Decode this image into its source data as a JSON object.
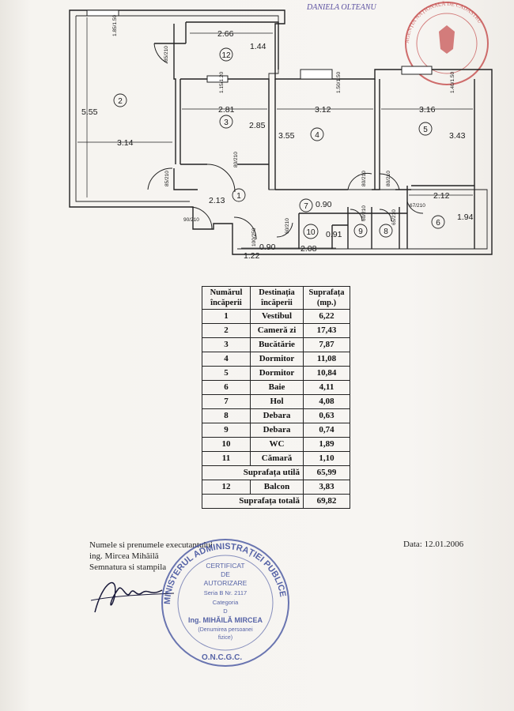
{
  "plan": {
    "rooms": [
      {
        "no": "1",
        "dim": "2.13"
      },
      {
        "no": "2",
        "dim_h": "5.55",
        "dim_w": "3.14"
      },
      {
        "no": "3",
        "dim_w": "2.81",
        "dim_h": "2.85"
      },
      {
        "no": "4",
        "dim_w": "3.12",
        "dim_h": "3.55"
      },
      {
        "no": "5",
        "dim_w": "3.16",
        "dim_h": "3.43"
      },
      {
        "no": "6",
        "dim_w": "2.12",
        "dim_h": "1.94"
      },
      {
        "no": "7",
        "dim_w": "0.90"
      },
      {
        "no": "8"
      },
      {
        "no": "9"
      },
      {
        "no": "10",
        "dim_w": "0.91",
        "dim_w2": "2.08"
      },
      {
        "no": "12",
        "dim_w": "2.66",
        "dim_h": "1.44"
      }
    ],
    "extra_dims": [
      "1.22",
      "0.90"
    ],
    "openings": [
      "1.85/1.50",
      "85/210",
      "1.15/1.20",
      "80/210",
      "1.50/1.50",
      "1.40/1.50",
      "85/210",
      "80/210",
      "80/210",
      "67/210",
      "60/210",
      "65/210",
      "90/210",
      "60/210",
      "100/250"
    ]
  },
  "table": {
    "headers": [
      "Numărul încăperii",
      "Destinația încăperii",
      "Suprafața (mp.)"
    ],
    "rows": [
      {
        "no": "1",
        "name": "Vestibul",
        "area": "6,22"
      },
      {
        "no": "2",
        "name": "Cameră zi",
        "area": "17,43"
      },
      {
        "no": "3",
        "name": "Bucătărie",
        "area": "7,87"
      },
      {
        "no": "4",
        "name": "Dormitor",
        "area": "11,08"
      },
      {
        "no": "5",
        "name": "Dormitor",
        "area": "10,84"
      },
      {
        "no": "6",
        "name": "Baie",
        "area": "4,11"
      },
      {
        "no": "7",
        "name": "Hol",
        "area": "4,08"
      },
      {
        "no": "8",
        "name": "Debara",
        "area": "0,63"
      },
      {
        "no": "9",
        "name": "Debara",
        "area": "0,74"
      },
      {
        "no": "10",
        "name": "WC",
        "area": "1,89"
      },
      {
        "no": "11",
        "name": "Cămară",
        "area": "1,10"
      }
    ],
    "useful_label": "Suprafața utilă",
    "useful_value": "65,99",
    "balcony": {
      "no": "12",
      "name": "Balcon",
      "area": "3,83"
    },
    "total_label": "Suprafața totală",
    "total_value": "69,82"
  },
  "executant": {
    "line1": "Numele si prenumele executantului",
    "line2": "ing. Mircea   Mihăilă",
    "line3": "Semnatura  si stampila"
  },
  "date": "Data: 12.01.2006",
  "stamp": {
    "ring_top": "MINISTERUL ADMINISTRAȚIEI PUBLICE",
    "ring_bottom": "O.N.C.G.C.",
    "l1": "CERTIFICAT",
    "l2": "DE",
    "l3": "AUTORIZARE",
    "l4": "Seria B Nr. 2117",
    "l5": "Categoria",
    "l6": "D",
    "l7": "Ing. MIHĂILĂ MIRCEA",
    "l8": "(Denumirea persoanei",
    "l9": "fizice)"
  },
  "top_name": "DANIELA OLTEANU",
  "seal_text": "AGENȚIA NAȚIONALĂ DE CADASTRU"
}
